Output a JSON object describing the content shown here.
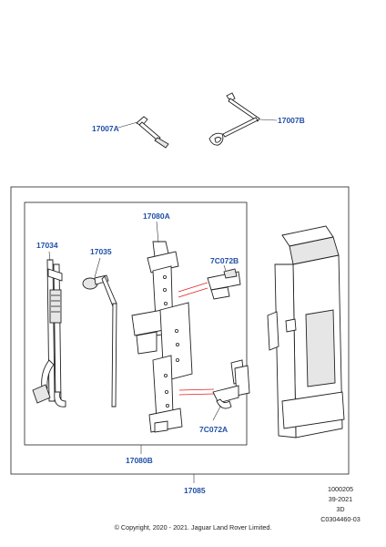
{
  "labels": {
    "p17007A": "17007A",
    "p17007B": "17007B",
    "p17080A": "17080A",
    "p17034": "17034",
    "p17035": "17035",
    "p7C072B": "7C072B",
    "p7C072A": "7C072A",
    "p17080B": "17080B",
    "p17085": "17085"
  },
  "meta": {
    "code": "1000205",
    "date": "39-2021",
    "view": "3D",
    "ref": "C0304460-03"
  },
  "copyright": "© Copyright, 2020 - 2021. Jaguar Land Rover Limited.",
  "colors": {
    "label": "#1f4fa8",
    "leader_red": "#e02020"
  }
}
